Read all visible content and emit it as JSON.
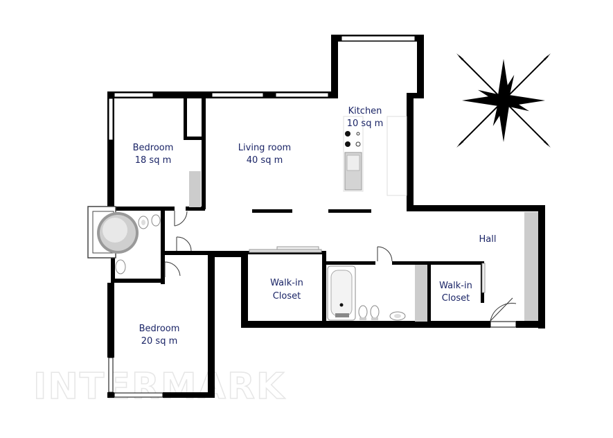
{
  "rooms": {
    "bedroom_top": {
      "name": "Bedroom",
      "area": "18 sq m"
    },
    "living_room": {
      "name": "Living room",
      "area": "40 sq m"
    },
    "kitchen": {
      "name": "Kitchen",
      "area": "10 sq m"
    },
    "hall": {
      "name": "Hall"
    },
    "closet_center": {
      "line1": "Walk-in",
      "line2": "Closet"
    },
    "closet_right": {
      "line1": "Walk-in",
      "line2": "Closet"
    },
    "bedroom_bottom": {
      "name": "Bedroom",
      "area": "20 sq m"
    }
  },
  "watermark": {
    "brand": "INTERMARK"
  },
  "colors": {
    "wall": "#000000",
    "label": "#1a2466",
    "fixture": "#cccccc",
    "window": "#ffffff",
    "watermark": "#e6e6e6"
  },
  "icons": [
    "compass-rose-icon",
    "bathtub-icon",
    "toilet-icon",
    "sink-icon",
    "stove-icon"
  ]
}
